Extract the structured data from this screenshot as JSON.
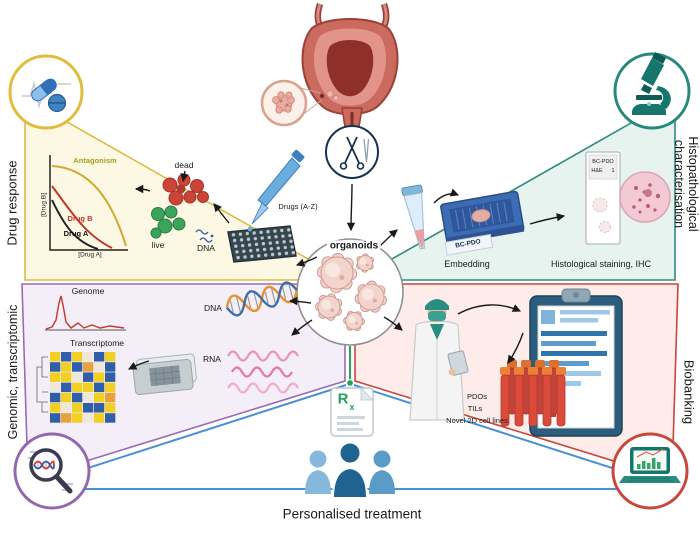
{
  "colors": {
    "drug_response_accent": "#e0ba3e",
    "histopath_accent": "#27897b",
    "genomic_accent": "#9467ad",
    "biobanking_accent": "#c8473b",
    "treatment_line": "#4a90d9",
    "rx_green": "#27a060"
  },
  "top": {
    "organoids_label": "organoids"
  },
  "quadrants": {
    "drug_response": {
      "side_label": "Drug response",
      "graph": {
        "annotation": "Antagonism",
        "curve_red": "Drug B",
        "curve_black": "Drug A",
        "x_axis": "[Drug A]",
        "y_axis": "[Drug B]"
      },
      "cells": {
        "dead_label": "dead",
        "live_label": "live",
        "dna_label": "DNA"
      },
      "pipette_label": "Drugs (A-Z)"
    },
    "histopathology": {
      "side_label_line1": "Histopathological",
      "side_label_line2": "characterisation",
      "embedding_label": "Embedding",
      "staining_label": "Histological staining, IHC",
      "cassette_label": "BC-PDO",
      "slide": {
        "line1": "BC-PDO",
        "stain": "H&E",
        "number": "1"
      }
    },
    "genomic_transcriptomic": {
      "side_label": "Genomic, transcriptomic",
      "genome_label": "Genome",
      "transcriptome_label": "Transcriptome",
      "dna_label": "DNA",
      "rna_label": "RNA"
    },
    "biobanking": {
      "side_label": "Biobanking",
      "sample_line1": "PDOs",
      "sample_line2": "TILs",
      "sample_line3": "Novel 2D cell lines"
    }
  },
  "bottom": {
    "treatment_label": "Personalised treatment",
    "rx_r": "R",
    "rx_x": "x"
  }
}
